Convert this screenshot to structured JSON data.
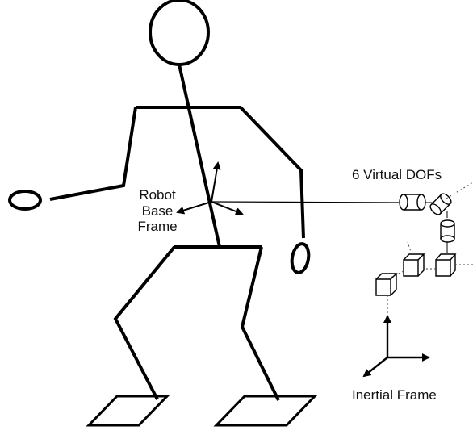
{
  "labels": {
    "robot_base_line1": "Robot",
    "robot_base_line2": "Base",
    "robot_base_line3": "Frame",
    "virtual_dofs": "6 Virtual DOFs",
    "inertial_frame": "Inertial Frame"
  },
  "colors": {
    "stroke": "#000000",
    "background": "#ffffff"
  }
}
